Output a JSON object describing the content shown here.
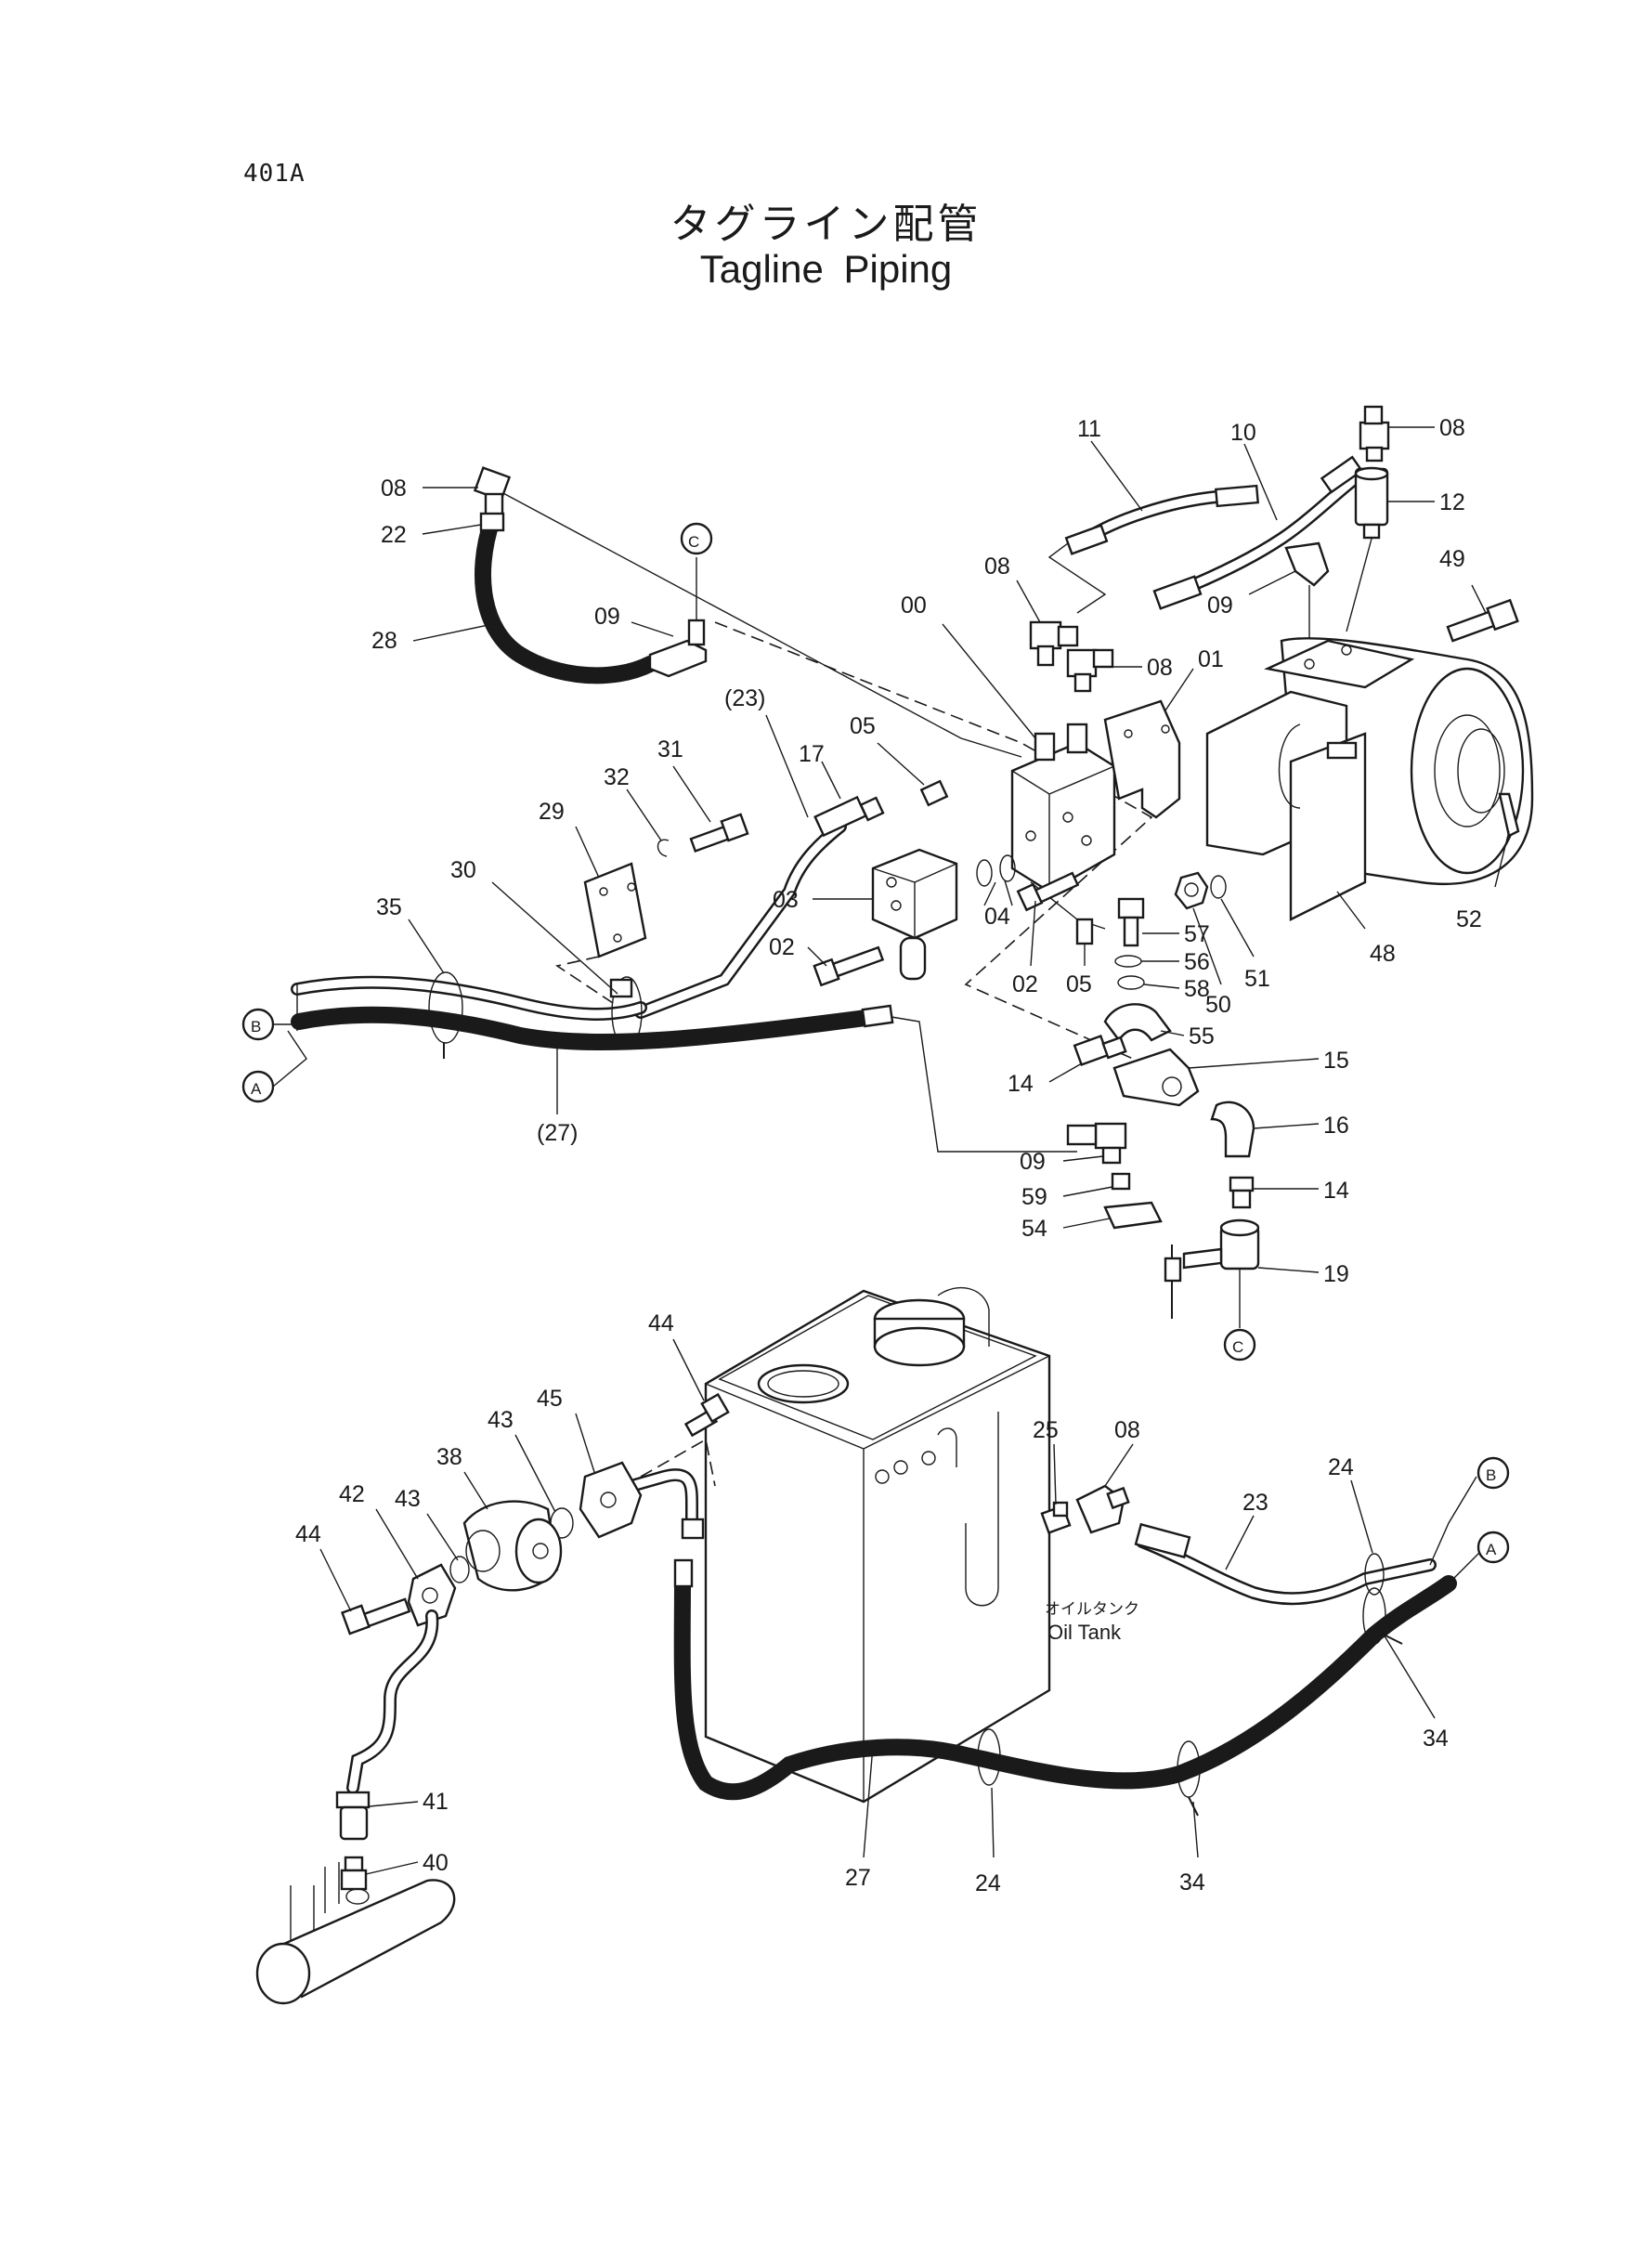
{
  "page_code": "401A",
  "title_jp": "タグライン配管",
  "title_en": "Tagline Piping",
  "tank_label_jp": "オイルタンク",
  "tank_label_en": "Oil Tank",
  "connectors": [
    "A",
    "B",
    "C"
  ],
  "callouts": [
    "00",
    "01",
    "02",
    "03",
    "04",
    "05",
    "08",
    "09",
    "10",
    "11",
    "12",
    "14",
    "15",
    "16",
    "17",
    "19",
    "22",
    "23",
    "(23)",
    "24",
    "25",
    "27",
    "(27)",
    "28",
    "29",
    "30",
    "31",
    "32",
    "34",
    "35",
    "38",
    "40",
    "41",
    "42",
    "43",
    "44",
    "45",
    "48",
    "49",
    "50",
    "51",
    "52",
    "54",
    "55",
    "56",
    "57",
    "58",
    "59"
  ]
}
